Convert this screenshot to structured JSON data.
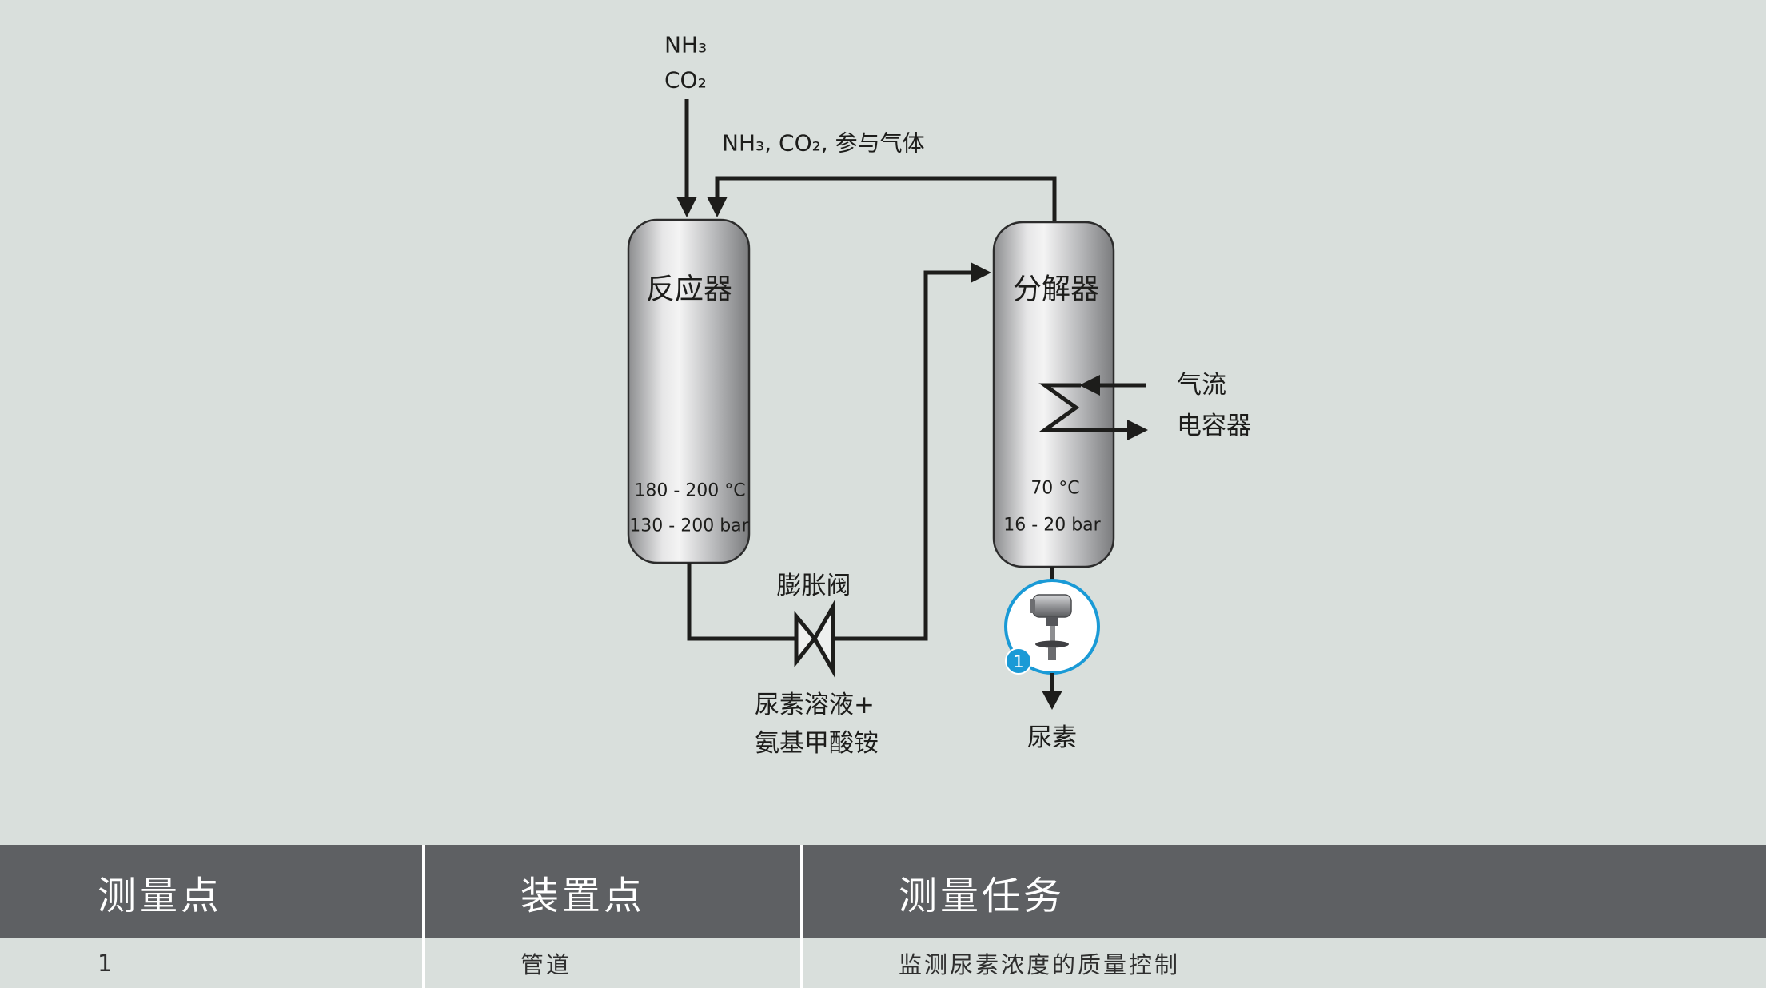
{
  "diagram": {
    "feed": {
      "line1": "NH₃",
      "line2": "CO₂"
    },
    "recycle_label": "NH₃, CO₂, 参与气体",
    "reactor": {
      "name": "反应器",
      "temperature": "180 - 200 °C",
      "pressure": "130 - 200 bar"
    },
    "decomposer": {
      "name": "分解器",
      "temperature": "70 °C",
      "pressure": "16 - 20 bar"
    },
    "valve_label": "膨胀阀",
    "valve_stream": {
      "line1": "尿素溶液+",
      "line2": "氨基甲酸铵"
    },
    "heat_exchanger": {
      "in_label": "气流",
      "out_label": "电容器"
    },
    "measurement_point": {
      "number": "1",
      "icon": "level-sensor-icon"
    },
    "product_label": "尿素"
  },
  "table": {
    "headers": [
      "测量点",
      "装置点",
      "测量任务"
    ],
    "rows": [
      [
        "1",
        "管道",
        "监测尿素浓度的质量控制"
      ]
    ]
  },
  "colors": {
    "background": "#d9dfdc",
    "table_header": "#5e6063",
    "line": "#1d1d1b",
    "accent": "#1a9ad6"
  }
}
